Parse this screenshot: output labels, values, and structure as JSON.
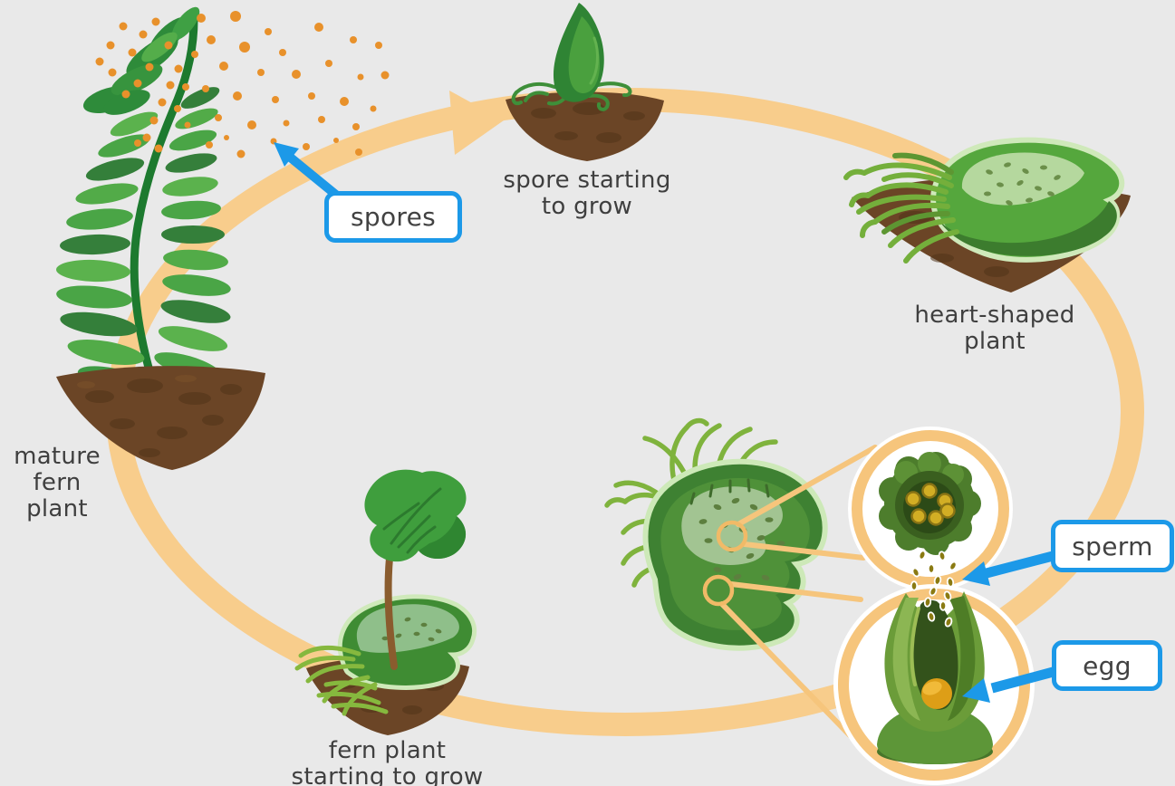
{
  "meta": {
    "description": "Life cycle of a fern — circular diagram"
  },
  "colors": {
    "background": "#e9e9e9",
    "cycle_path": "#f8cd8c",
    "callout_blue": "#1c99e8",
    "label_text": "#3f3f3f",
    "spore_orange": "#e8912b",
    "soil_brown": "#6b4526",
    "fern_green": "#3f9c41",
    "egg_yellow": "#dd9e17"
  },
  "cycle": {
    "stages": [
      {
        "id": "mature-fern-plant",
        "label": "mature\nfern plant"
      },
      {
        "id": "spore-starting-to-grow",
        "label": "spore starting\nto grow"
      },
      {
        "id": "heart-shaped-plant",
        "label": "heart-shaped\nplant"
      },
      {
        "id": "fern-plant-starting-to-grow",
        "label": "fern plant\nstarting to grow"
      }
    ],
    "callouts": [
      {
        "id": "spores",
        "label": "spores"
      },
      {
        "id": "sperm",
        "label": "sperm"
      },
      {
        "id": "egg",
        "label": "egg"
      }
    ]
  }
}
